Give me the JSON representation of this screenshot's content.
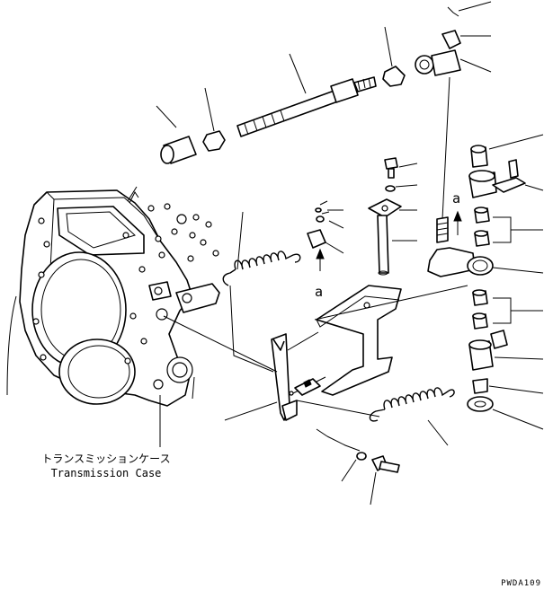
{
  "labels": {
    "case_jp": "トランスミッションケース",
    "case_en": "Transmission Case",
    "ref_a_upper": "a",
    "ref_a_lower": "a",
    "drawing_code": "PWDA109"
  },
  "icons": {
    "ref_arrow_upper": "arrow-up-icon",
    "ref_arrow_lower": "arrow-up-icon"
  },
  "colors": {
    "line": "#000000",
    "background": "#ffffff"
  }
}
